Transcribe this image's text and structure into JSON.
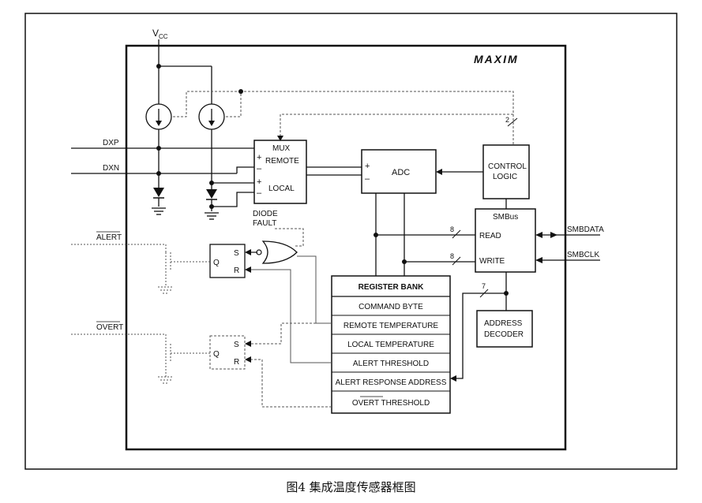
{
  "caption": "图4 集成温度传感器框图",
  "logo": "MAXIM",
  "pins": {
    "vcc": "V",
    "vcc_sub": "CC",
    "dxp": "DXP",
    "dxn": "DXN",
    "alert": "ALERT",
    "overt": "OVERT",
    "smbdata": "SMBDATA",
    "smbclk": "SMBCLK"
  },
  "blocks": {
    "mux_title": "MUX",
    "mux_remote": "REMOTE",
    "mux_local": "LOCAL",
    "plus": "+",
    "minus": "–",
    "diode_fault_1": "DIODE",
    "diode_fault_2": "FAULT",
    "adc": "ADC",
    "control_1": "CONTROL",
    "control_2": "LOGIC",
    "smbus": "SMBus",
    "read": "READ",
    "write": "WRITE",
    "addr_1": "ADDRESS",
    "addr_2": "DECODER",
    "latch_s": "S",
    "latch_r": "R",
    "latch_q": "Q"
  },
  "bus_widths": {
    "control": "2",
    "read": "8",
    "write": "8",
    "address": "7"
  },
  "register_bank": {
    "title": "REGISTER BANK",
    "rows": [
      "COMMAND BYTE",
      "REMOTE TEMPERATURE",
      "LOCAL TEMPERATURE",
      "ALERT THRESHOLD",
      "ALERT RESPONSE ADDRESS",
      "OVERT THRESHOLD"
    ]
  }
}
